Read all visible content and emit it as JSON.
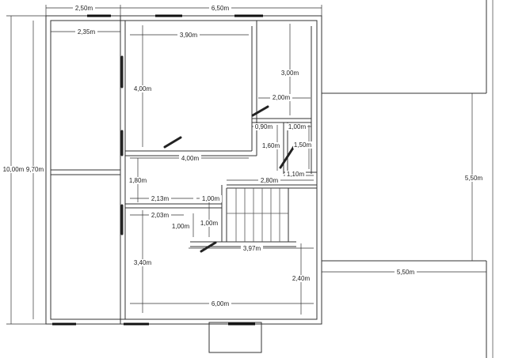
{
  "dimensions": {
    "top_left_width": "2,50m",
    "top_right_width": "6,50m",
    "left_inner_width": "2,35m",
    "room_a_width": "3,90m",
    "room_a_height": "4,00m",
    "room_a_bottom_width": "4,00m",
    "right_upper_height": "3,00m",
    "right_upper_width": "2,00m",
    "small_090": "0,90m",
    "small_100_top": "1,00m",
    "height_160": "1,60m",
    "height_150": "1,50m",
    "width_110": "1,10m",
    "stair_width": "2,80m",
    "corridor_180": "1,80m",
    "corridor_213": "2,13m",
    "corridor_100_a": "1,00m",
    "corridor_203": "2,03m",
    "corridor_100_b": "1,00m",
    "corridor_100_c": "1,00m",
    "stair_length": "3,97m",
    "room_b_height": "3,40m",
    "right_lower_height": "2,40m",
    "bottom_width": "6,00m",
    "total_height": "10,00m",
    "inner_height": "9,70m",
    "side_height": "5,50m",
    "side_width": "5,50m"
  }
}
